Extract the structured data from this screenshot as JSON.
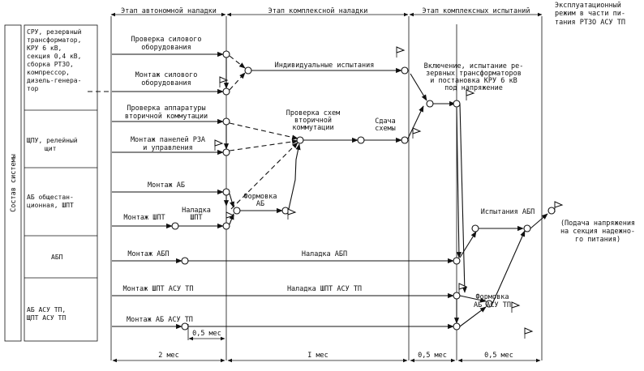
{
  "stages": {
    "s1": "Этап автономной наладки",
    "s2": "Этап комплексной наладки",
    "s3": "Этап комплексных испытаний",
    "s4_l1": "Эксплуатационный",
    "s4_l2": "режим в части пи-",
    "s4_l3": "тания РТЗО АСУ ТП"
  },
  "composition_label": "Состав системы",
  "groups": {
    "g1": [
      "СРУ, резервный",
      "трансформатор,",
      "КРУ 6 кВ,",
      "секция 0,4 кВ,",
      "сборка РТЗО,",
      "компрессор,",
      "дизель-генера-",
      "тор"
    ],
    "g2": [
      "ЩПУ, релейный",
      "щит"
    ],
    "g3": [
      "АБ общестан-",
      "ционная, ШПТ"
    ],
    "g4": [
      "АБП"
    ],
    "g5": [
      "АБ АСУ ТП,",
      "ЩПТ АСУ ТП"
    ]
  },
  "tasks": {
    "t1": [
      "Проверка силового",
      "оборудования"
    ],
    "t2": [
      "Монтаж силового",
      "оборудования"
    ],
    "t3": [
      "Индивидуальные испытания"
    ],
    "t4": [
      "Включение, испытание ре-",
      "зервных трансформаторов",
      "и постановка КРУ 6 кВ",
      "под напряжение"
    ],
    "t5": [
      "Проверка аппаратуры",
      "вторичной коммутации"
    ],
    "t6": [
      "Монтаж панелей РЗА",
      "и управления"
    ],
    "t7": [
      "Проверка схем",
      "вторичной",
      "коммутации"
    ],
    "t8": [
      "Сдача",
      "схемы"
    ],
    "t9": [
      "Монтаж АБ"
    ],
    "t10": [
      "Монтаж ШПТ"
    ],
    "t11": [
      "Наладка",
      "ШПТ"
    ],
    "t12": [
      "Формовка",
      "АБ"
    ],
    "t13": [
      "Испытания АБП"
    ],
    "t14": [
      "(Подача напряжения",
      "на секция надежно-",
      "го питания)"
    ],
    "t15": [
      "Монтаж АБП"
    ],
    "t16": [
      "Наладка АБП"
    ],
    "t17": [
      "Монтаж ШПТ АСУ ТП"
    ],
    "t18": [
      "Наладка ШПТ АСУ ТП"
    ],
    "t19": [
      "Монтаж АБ АСУ ТП"
    ],
    "t20": [
      "Формовка",
      "АБ АСУ ТП"
    ]
  },
  "durations": {
    "d05": "0,5 мес",
    "d1": "2 мес",
    "d2": "I мес",
    "d3": "0,5 мес",
    "d4": "0,5 мес"
  }
}
